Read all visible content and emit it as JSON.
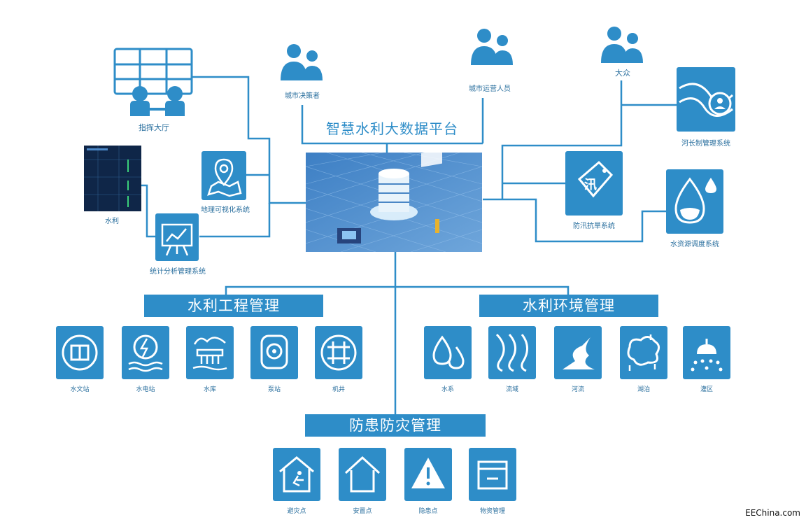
{
  "title": "智慧水利大数据平台",
  "users": {
    "decision_makers": "城市决策者",
    "operators": "城市运营人员",
    "public": "大众"
  },
  "left_systems": {
    "command_hall": "指挥大厅",
    "water_conservancy": "水利",
    "geo_viz": "地理可视化系统",
    "stats": "统计分析管理系统"
  },
  "right_systems": {
    "river_chief": "河长制管理系统",
    "flood_drought": "防汛抗旱系统",
    "flood_char": "汛",
    "water_dispatch": "水资源调度系统"
  },
  "sections": {
    "engineering": {
      "title": "水利工程管理",
      "items": [
        "水文站",
        "水电站",
        "水库",
        "泵站",
        "机井"
      ]
    },
    "environment": {
      "title": "水利环境管理",
      "items": [
        "水系",
        "流域",
        "河流",
        "湖泊",
        "灌区"
      ]
    },
    "disaster": {
      "title": "防患防灾管理",
      "items": [
        "避灾点",
        "安置点",
        "隐患点",
        "物资管理"
      ]
    }
  },
  "watermark": "EEChina.com",
  "colors": {
    "primary": "#2e8dc8",
    "line": "#2e8dc8",
    "label": "#2a6f9e"
  },
  "icons": {
    "people": "user-group-icon",
    "geo": "map-pin-icon",
    "chart": "chart-board-icon",
    "river_chief": "river-person-icon",
    "flood": "flood-tag-icon",
    "water_drop": "water-drop-icon"
  }
}
